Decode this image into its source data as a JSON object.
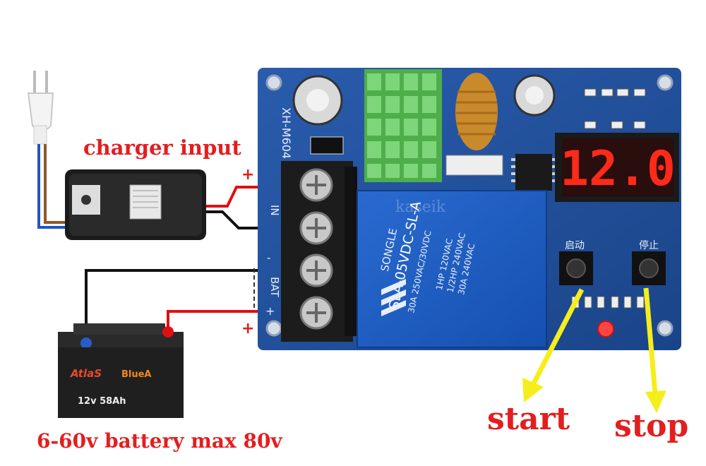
{
  "labels": {
    "charger_input": "charger input",
    "battery": "6-60v battery max 80v",
    "start": "start",
    "stop": "stop",
    "plus_top": "+",
    "plus_bottom": "+"
  },
  "board": {
    "model": "XH-M604",
    "terminal_in": "IN",
    "terminal_bat": "BAT",
    "minus": "-",
    "plus": "+",
    "display": "12.0",
    "start_cn": "启动",
    "stop_cn": "停止",
    "watermark": "kaseik",
    "relay": {
      "brand": "SONGLE",
      "model": "SLA-05VDC-SL-A",
      "rating1": "30A 250VAC/30VDC",
      "rating2": "1HP 120VAC",
      "rating3": "1/2HP 240VAC",
      "rating4": "30A 240VAC"
    }
  },
  "battery_face": {
    "brand1": "AtlaS",
    "brand2": "BlueA",
    "spec": "12v 58Ah"
  },
  "colors": {
    "board_blue": "#1f4f9c",
    "label_red": "#e41e1e",
    "arrow_yellow": "#f5ee1a",
    "wire_red": "#e01010",
    "heatsink_green": "#5ec25a",
    "display_red": "#ff2a1a"
  }
}
